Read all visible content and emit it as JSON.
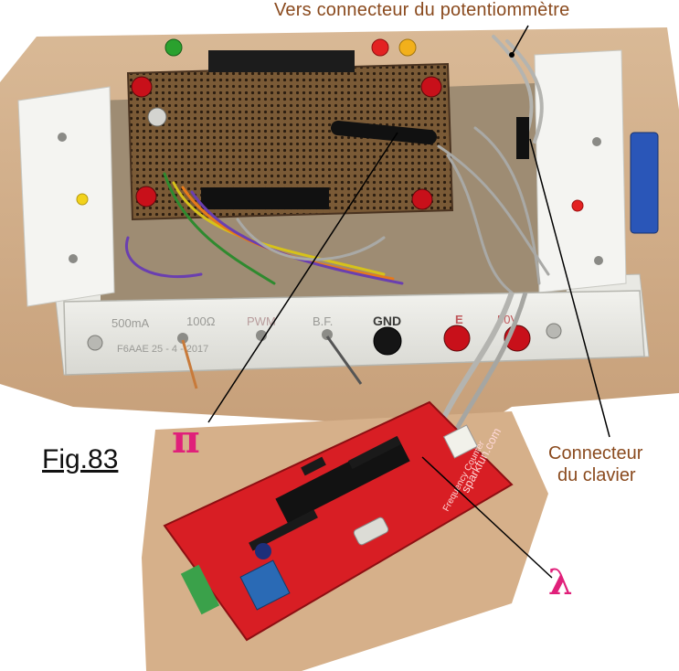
{
  "captions": {
    "potentiometer": "Vers connecteur du potentiommètre",
    "keyboard_line1": "Connecteur",
    "keyboard_line2": "du clavier",
    "figure": "Fig.83",
    "pi": "π",
    "lambda": "λ"
  },
  "front_panel": {
    "labels": [
      "500mA",
      "100Ω",
      "PWM",
      "B.F.",
      "GND",
      "E",
      "50V"
    ],
    "ident": "F6AAE 25 - 4 - 2017"
  },
  "board": {
    "brand": "sparkfun.com",
    "product": "Frequency Counter"
  },
  "colors": {
    "annotation": "#8a4a1e",
    "greek": "#e0207a",
    "case": "#eeeeea",
    "pcb_red": "#d81e24",
    "perfboard": "#7a5a36"
  }
}
